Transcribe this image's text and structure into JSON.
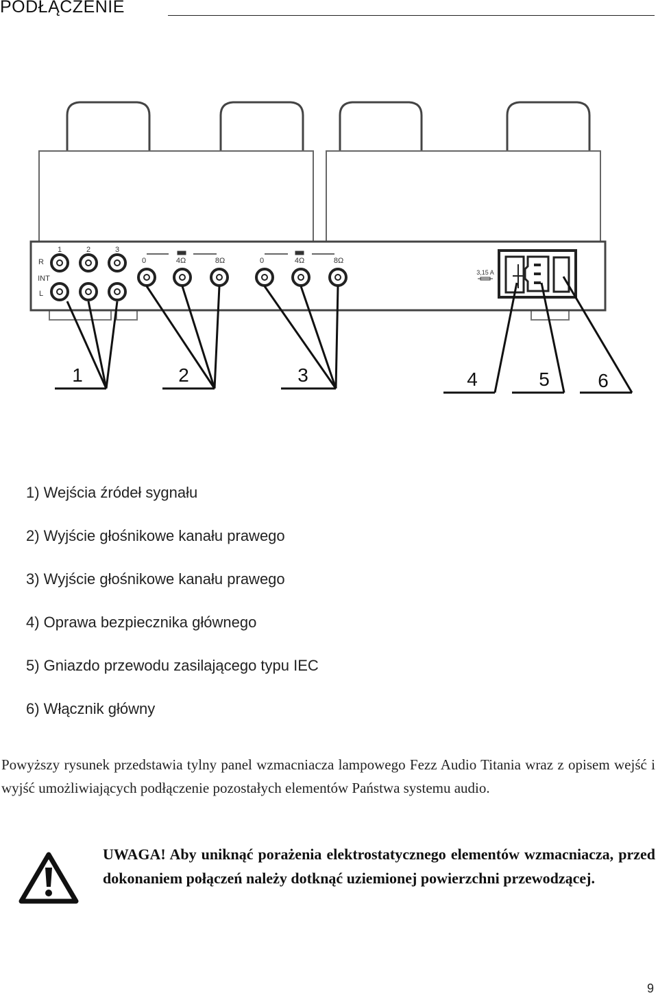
{
  "header": {
    "title": "PODŁĄCZENIE"
  },
  "diagram": {
    "panel": {
      "input_numbers": [
        "1",
        "2",
        "3"
      ],
      "row_labels": [
        "R",
        "INT",
        "L"
      ],
      "right_channel_terminals": [
        "0",
        "4Ω",
        "8Ω"
      ],
      "left_channel_terminals": [
        "0",
        "4Ω",
        "8Ω"
      ],
      "fuse_rating": "3,15 A"
    },
    "callouts": [
      "1",
      "2",
      "3",
      "4",
      "5",
      "6"
    ]
  },
  "legend": {
    "items": [
      "1)  Wejścia źródeł sygnału",
      "2)  Wyjście głośnikowe kanału prawego",
      "3)  Wyjście głośnikowe kanału prawego",
      "4)  Oprawa bezpiecznika głównego",
      "5)  Gniazdo przewodu zasilającego typu IEC",
      "6)  Włącznik główny"
    ]
  },
  "description": "Powyższy rysunek przedstawia tylny panel wzmacniacza lampowego Fezz Audio Titania wraz z opisem wejść i wyjść umożliwiających podłączenie pozostałych elementów Państwa systemu audio.",
  "warning": {
    "text": "UWAGA! Aby uniknąć porażenia elektrostatycznego elementów wzmacniacza, przed dokonaniem połączeń należy dotknąć uziemionej powierzchni przewodzącej."
  },
  "page_number": "9"
}
